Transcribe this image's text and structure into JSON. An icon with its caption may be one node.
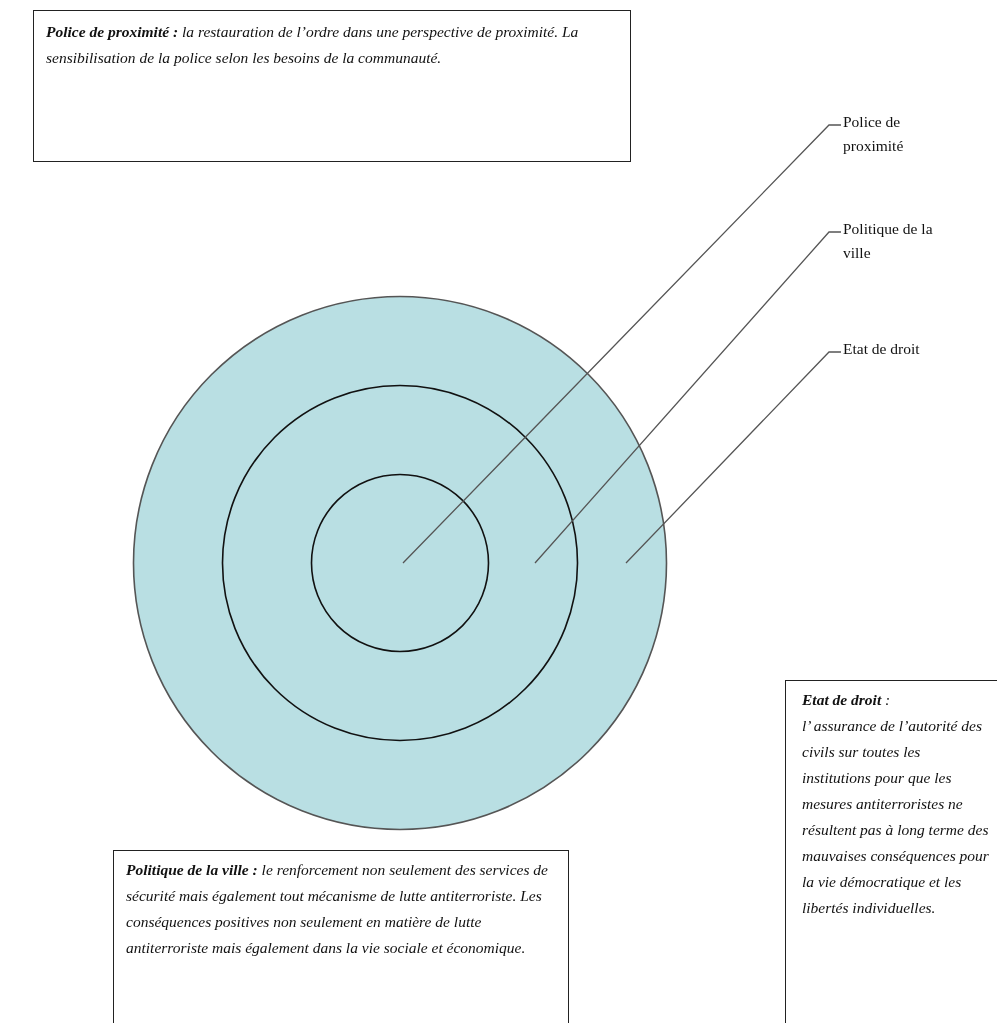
{
  "diagram": {
    "nodes": [
      {
        "text": [
          "**Police de proximité :** la restauration de l’ordre dans une perspective de proximité. La sensibilisation de la police selon les besoins de la communauté."
        ]
      },
      {
        "text": [],
        "shape": "circle"
      },
      {
        "text": [],
        "shape": "circle",
        "in": 1
      },
      {
        "text": [],
        "shape": "circle",
        "in": 2
      },
      {
        "text": [
          "Police de proximité"
        ]
      },
      {
        "text": [
          "Politique de la ville"
        ]
      },
      {
        "text": [
          "Etat de droit"
        ]
      },
      {
        "text": [
          "**Etat de droit** :",
          "l’ assurance de l’autorité des civils sur toutes les institutions pour que les mesures antiterroristes ne résultent pas à long terme des mauvaises conséquences pour la vie démocratique et les libertés individuelles."
        ]
      },
      {
        "text": [
          "**Politique de la ville :** le renforcement non seulement des services de sécurité mais également tout mécanisme de lutte antiterroriste. Les conséquences positives non seulement en matière de lutte antiterroriste mais également dans la vie sociale et économique."
        ]
      }
    ],
    "edges": [
      {
        "from": 4,
        "to": 3,
        "arrow": "none"
      },
      {
        "from": 5,
        "to": 2,
        "arrow": "none"
      },
      {
        "from": 6,
        "to": 1,
        "arrow": "none"
      }
    ]
  }
}
